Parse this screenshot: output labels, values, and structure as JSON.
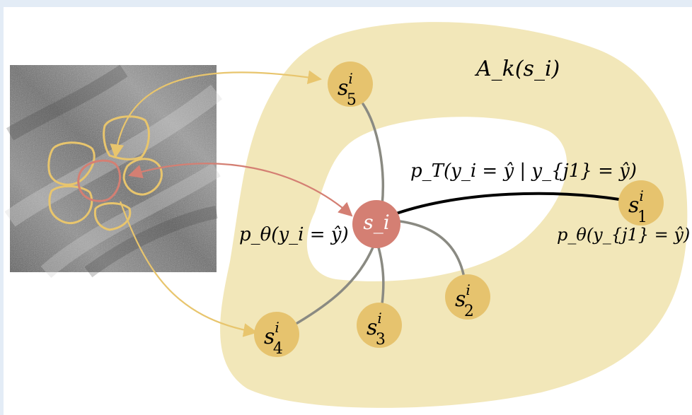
{
  "diagram": {
    "region_label": "A_k(s_i)",
    "center_node": {
      "label": "s_i",
      "role": "center"
    },
    "neighbor_nodes": [
      {
        "id": "s5",
        "base": "s",
        "sup": "i",
        "sub": "5"
      },
      {
        "id": "s4",
        "base": "s",
        "sup": "i",
        "sub": "4"
      },
      {
        "id": "s3",
        "base": "s",
        "sup": "i",
        "sub": "3"
      },
      {
        "id": "s2",
        "base": "s",
        "sup": "i",
        "sub": "2"
      },
      {
        "id": "s1",
        "base": "s",
        "sup": "i",
        "sub": "1"
      }
    ],
    "edge_labels": {
      "pairwise": "p_T(y_i = ŷ | y_{j1} = ŷ)",
      "center_unary": "p_θ(y_i = ŷ)",
      "neighbor_unary": "p_θ(y_{j1} = ŷ)"
    },
    "colors": {
      "region_fill": "#f2e7b9",
      "neighbor_node": "#e6c36e",
      "center_node": "#d47f73",
      "weak_edge": "#8a8a82",
      "strong_edge": "#000000",
      "contour_yellow": "#e8c56d",
      "contour_red": "#d47f73"
    }
  }
}
